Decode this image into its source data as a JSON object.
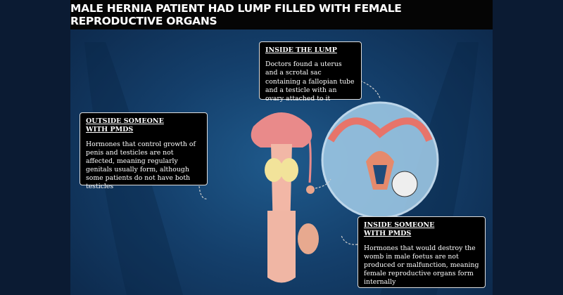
{
  "title": "MALE HERNIA PATIENT HAD LUMP FILLED WITH FEMALE REPRODUCTIVE ORGANS",
  "boxes": {
    "inside_lump": {
      "heading": "INSIDE THE LUMP",
      "body": "Doctors found a uterus and a scrotal sac containing a fallopian tube and a testicle with an ovary attached to it"
    },
    "outside": {
      "heading1": "OUTSIDE SOMEONE",
      "heading2": "WITH PMDS",
      "body": "Hormones that control growth of penis and testicles are not affected, meaning regularly genitals usually form, although some patients do not have both testicles"
    },
    "inside": {
      "heading1": "INSIDE SOMEONE",
      "heading2": "WITH PMDS",
      "body": "Hormones that would destroy the womb in male foetus are not produced or malfunction, meaning female reproductive organs form internally"
    }
  }
}
